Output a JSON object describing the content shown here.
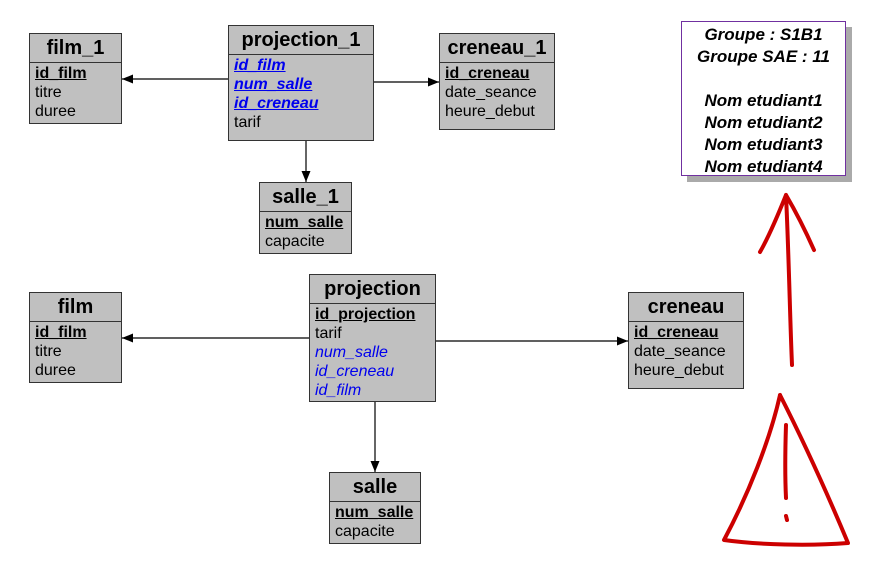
{
  "entities": {
    "film_1": {
      "name": "film_1",
      "attrs": [
        {
          "text": "id_film",
          "kind": "pk"
        },
        {
          "text": "titre",
          "kind": "plain"
        },
        {
          "text": "duree",
          "kind": "plain"
        }
      ]
    },
    "projection_1": {
      "name": "projection_1",
      "attrs": [
        {
          "text": "id_film",
          "kind": "pkfk"
        },
        {
          "text": "num_salle",
          "kind": "pkfk"
        },
        {
          "text": "id_creneau",
          "kind": "pkfk"
        },
        {
          "text": "tarif",
          "kind": "plain"
        }
      ]
    },
    "creneau_1": {
      "name": "creneau_1",
      "attrs": [
        {
          "text": "id_creneau",
          "kind": "pk"
        },
        {
          "text": "date_seance",
          "kind": "plain"
        },
        {
          "text": "heure_debut",
          "kind": "plain"
        }
      ]
    },
    "salle_1": {
      "name": "salle_1",
      "attrs": [
        {
          "text": "num_salle",
          "kind": "pk"
        },
        {
          "text": "capacite",
          "kind": "plain"
        }
      ]
    },
    "film": {
      "name": "film",
      "attrs": [
        {
          "text": "id_film",
          "kind": "pk"
        },
        {
          "text": "titre",
          "kind": "plain"
        },
        {
          "text": "duree",
          "kind": "plain"
        }
      ]
    },
    "projection": {
      "name": "projection",
      "attrs": [
        {
          "text": "id_projection",
          "kind": "pk"
        },
        {
          "text": "tarif",
          "kind": "plain"
        },
        {
          "text": "num_salle",
          "kind": "fk"
        },
        {
          "text": "id_creneau",
          "kind": "fk"
        },
        {
          "text": "id_film",
          "kind": "fk"
        }
      ]
    },
    "creneau": {
      "name": "creneau",
      "attrs": [
        {
          "text": "id_creneau",
          "kind": "pk"
        },
        {
          "text": "date_seance",
          "kind": "plain"
        },
        {
          "text": "heure_debut",
          "kind": "plain"
        }
      ]
    },
    "salle": {
      "name": "salle",
      "attrs": [
        {
          "text": "num_salle",
          "kind": "pk"
        },
        {
          "text": "capacite",
          "kind": "plain"
        }
      ]
    }
  },
  "relations": [
    {
      "from": "projection_1",
      "to": "film_1"
    },
    {
      "from": "projection_1",
      "to": "creneau_1"
    },
    {
      "from": "projection_1",
      "to": "salle_1"
    },
    {
      "from": "projection",
      "to": "film"
    },
    {
      "from": "projection",
      "to": "creneau"
    },
    {
      "from": "projection",
      "to": "salle"
    }
  ],
  "note": {
    "lines": [
      "Groupe : S1B1",
      "Groupe SAE : 11",
      "",
      "Nom etudiant1",
      "Nom etudiant2",
      "Nom etudiant3",
      "Nom etudiant4"
    ],
    "border_color": "#7030a0"
  },
  "colors": {
    "entity_fill": "#c0c0c0",
    "foreign_key": "#0000ee",
    "annotation": "#cc0000"
  }
}
